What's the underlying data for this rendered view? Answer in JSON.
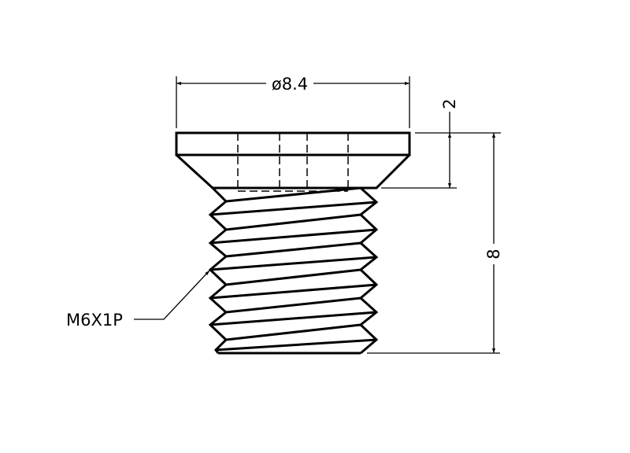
{
  "drawing": {
    "diameter_label": "ø8.4",
    "head_height_label": "2",
    "total_length_label": "8",
    "thread_callout": "M6X1P"
  },
  "colors": {
    "line": "#000000",
    "background": "#ffffff"
  }
}
